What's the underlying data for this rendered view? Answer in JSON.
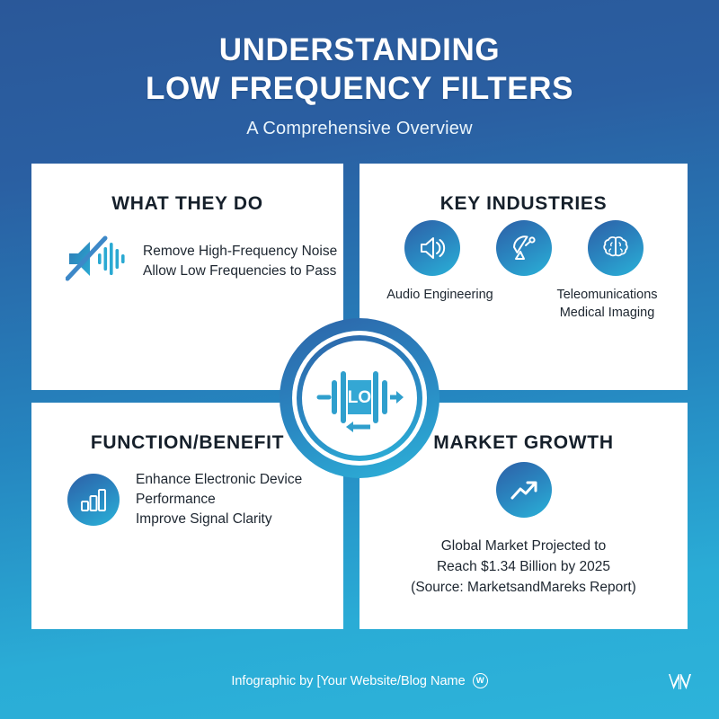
{
  "header": {
    "title_line1": "UNDERSTANDING",
    "title_line2": "LOW FREQUENCY FILTERS",
    "subtitle": "A Comprehensive Overview"
  },
  "quadrants": {
    "what_they_do": {
      "title": "WHAT THEY DO",
      "icon": "muted-speaker-waveform-icon",
      "line1": "Remove High-Frequency Noise",
      "line2": "Allow Low Frequencies to Pass"
    },
    "key_industries": {
      "title": "KEY INDUSTRIES",
      "icons": [
        "speaker-icon",
        "satellite-dish-icon",
        "brain-icon"
      ],
      "label1": "Audio Engineering",
      "label2_line1": "Teleomunications",
      "label2_line2": "Medical Imaging"
    },
    "function_benefit": {
      "title": "FUNCTION/BENEFIT",
      "icon": "bar-chart-icon",
      "line1": "Enhance Electronic Device",
      "line2": "Performance",
      "line3": "Improve Signal Clarity"
    },
    "market_growth": {
      "title": "MARKET GROWTH",
      "icon": "trending-up-icon",
      "line1": "Global Market Projected to",
      "line2": "Reach $1.34 Billion by 2025",
      "line3": "(Source: MarketsandMareks Report)"
    }
  },
  "center_badge": {
    "label": "LO",
    "icon": "low-pass-filter-icon"
  },
  "footer": {
    "text": "Infographic by [Your Website/Blog Name",
    "mark": "W",
    "corner_logo": "w-logo-icon"
  },
  "colors": {
    "bg_top": "#2a5899",
    "bg_bottom": "#2db3da",
    "card_bg": "#ffffff",
    "heading": "#16202b",
    "body_text": "#1d2630",
    "accent_deep": "#2d5fa6",
    "accent_cyan": "#2ab2d8"
  }
}
